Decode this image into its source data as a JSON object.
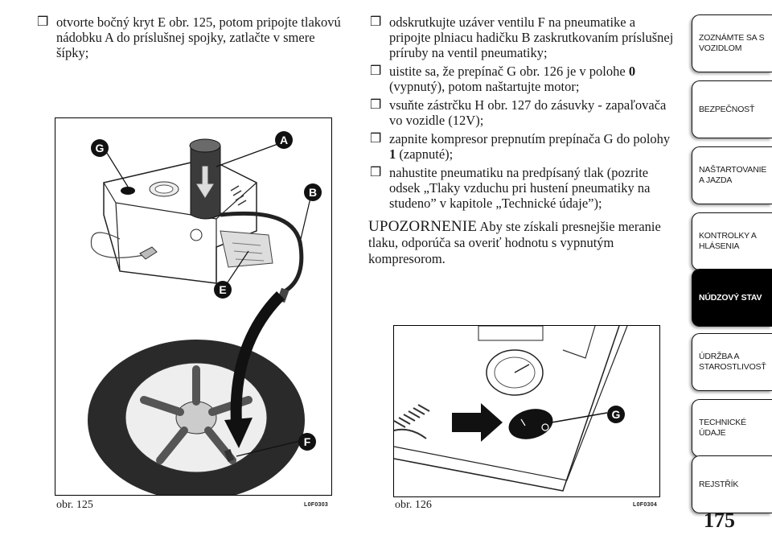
{
  "left_column": {
    "items": [
      "otvorte bočný kryt E obr. 125, potom pripojte tlakovú nádobku A do príslušnej spojky, zatlačte v smere šípky;"
    ]
  },
  "right_column": {
    "items": [
      {
        "text": "odskrutkujte uzáver ventilu F na pneumatike a pripojte plniacu hadičku B zaskrutkovaním príslušnej príruby na ventil pneumatiky;"
      },
      {
        "pre": "uistite sa, že prepínač G obr. 126 je v polohe ",
        "bold": "0",
        "post": " (vypnutý), potom naštartujte motor;"
      },
      {
        "text": "vsuňte zástrčku H obr. 127 do zásuvky - zapaľovača vo vozidle (12V);"
      },
      {
        "pre": "zapnite kompresor prepnutím prepínača G do polohy ",
        "bold": "1",
        "post": " (zapnuté);"
      },
      {
        "text": "nahustite pneumatiku na predpísaný tlak (pozrite odsek „Tlaky vzduchu pri hustení pneumatiky na studeno” v kapitole „Technické údaje”);"
      }
    ],
    "note_head": "UPOZORNENIE",
    "note_text": " Aby ste získali presnejšie meranie tlaku, odporúča sa overiť hodnotu s vypnutým kompresorom."
  },
  "bullet_glyph": "❒",
  "figure1": {
    "caption": "obr. 125",
    "code": "L0F0303",
    "labels": {
      "g": "G",
      "a": "A",
      "b": "B",
      "e": "E",
      "f": "F"
    }
  },
  "figure2": {
    "caption": "obr. 126",
    "code": "L0F0304",
    "labels": {
      "g": "G"
    }
  },
  "tabs": [
    {
      "label": "ZOZNÁMTE SA S VOZIDLOM",
      "active": false
    },
    {
      "label": "BEZPEČNOSŤ",
      "active": false
    },
    {
      "label": "NAŠTARTOVANIE A JAZDA",
      "active": false
    },
    {
      "label": "KONTROLKY A HLÁSENIA",
      "active": false
    },
    {
      "label": "NÚDZOVÝ STAV",
      "active": true
    },
    {
      "label": "ÚDRŽBA A STAROSTLIVOSŤ",
      "active": false
    },
    {
      "label": "TECHNICKÉ ÚDAJE",
      "active": false
    },
    {
      "label": "REJSTŘÍK",
      "active": false
    }
  ],
  "page_number": "175"
}
